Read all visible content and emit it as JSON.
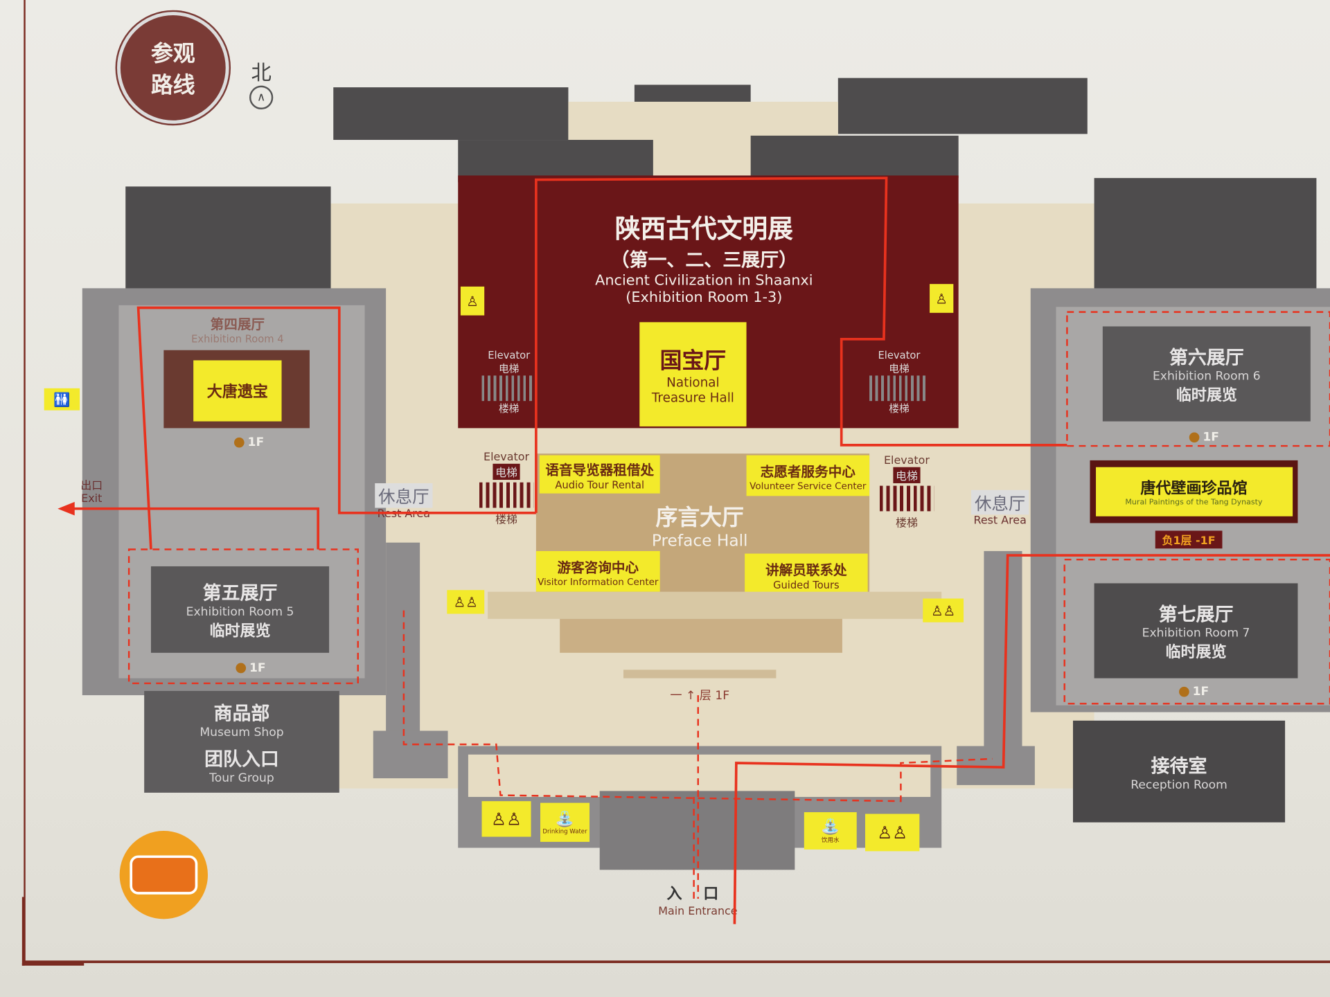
{
  "badge": {
    "line1": "参观",
    "line2": "路线"
  },
  "north": {
    "label": "北",
    "icon": "north-arrow-icon"
  },
  "main_hall": {
    "zh": "陕西古代文明展",
    "zh_sub": "（第一、二、三展厅）",
    "en": "Ancient Civilization in Shaanxi",
    "en_sub": "(Exhibition Room 1-3)"
  },
  "treasure_hall": {
    "zh": "国宝厅",
    "en1": "National",
    "en2": "Treasure Hall"
  },
  "elevators": [
    {
      "en": "Elevator",
      "zh": "电梯",
      "stairs": "楼梯"
    },
    {
      "en": "Elevator",
      "zh": "电梯",
      "stairs": "楼梯"
    },
    {
      "en": "Elevator",
      "zh": "电梯",
      "stairs": "楼梯"
    },
    {
      "en": "Elevator",
      "zh": "电梯",
      "stairs": "楼梯"
    }
  ],
  "room4": {
    "zh": "第四展厅",
    "en": "Exhibition Room 4",
    "feature": "大唐遗宝",
    "floor": "1F"
  },
  "room5": {
    "zh": "第五展厅",
    "en": "Exhibition Room 5",
    "sub": "临时展览",
    "floor": "1F"
  },
  "room6": {
    "zh": "第六展厅",
    "en": "Exhibition Room 6",
    "sub": "临时展览",
    "floor": "1F"
  },
  "room7": {
    "zh": "第七展厅",
    "en": "Exhibition Room 7",
    "sub": "临时展览",
    "floor": "1F"
  },
  "mural": {
    "zh": "唐代壁画珍品馆",
    "en": "Mural Paintings of the Tang Dynasty",
    "floor": "负1层  -1F"
  },
  "rest_left": {
    "zh": "休息厅",
    "en": "Rest Area"
  },
  "rest_right": {
    "zh": "休息厅",
    "en": "Rest Area"
  },
  "exit": {
    "zh": "出口",
    "en": "Exit"
  },
  "preface": {
    "zh": "序言大厅",
    "en": "Preface Hall"
  },
  "services": [
    {
      "zh": "语音导览器租借处",
      "en": "Audio Tour Rental"
    },
    {
      "zh": "志愿者服务中心",
      "en": "Volunteer Service Center"
    },
    {
      "zh": "游客咨询中心",
      "en": "Visitor Information Center"
    },
    {
      "zh": "讲解员联系处",
      "en": "Guided Tours"
    }
  ],
  "shop": {
    "zh": "商品部",
    "en": "Museum Shop",
    "group_zh": "团队入口",
    "group_en": "Tour Group"
  },
  "reception": {
    "zh": "接待室",
    "en": "Reception Room"
  },
  "floor_marker": {
    "left": "一",
    "right": "层 1F"
  },
  "entrance": {
    "zh_left": "入",
    "zh_right": "口",
    "en": "Main Entrance"
  },
  "drinking_water": {
    "zh": "饮用水",
    "en": "Drinking Water"
  },
  "restroom_icon": "🚻",
  "colors": {
    "maroon": "#6a1618",
    "yellow": "#f3ea2b",
    "route": "#e8321e",
    "gray": "#8e8c8d"
  }
}
